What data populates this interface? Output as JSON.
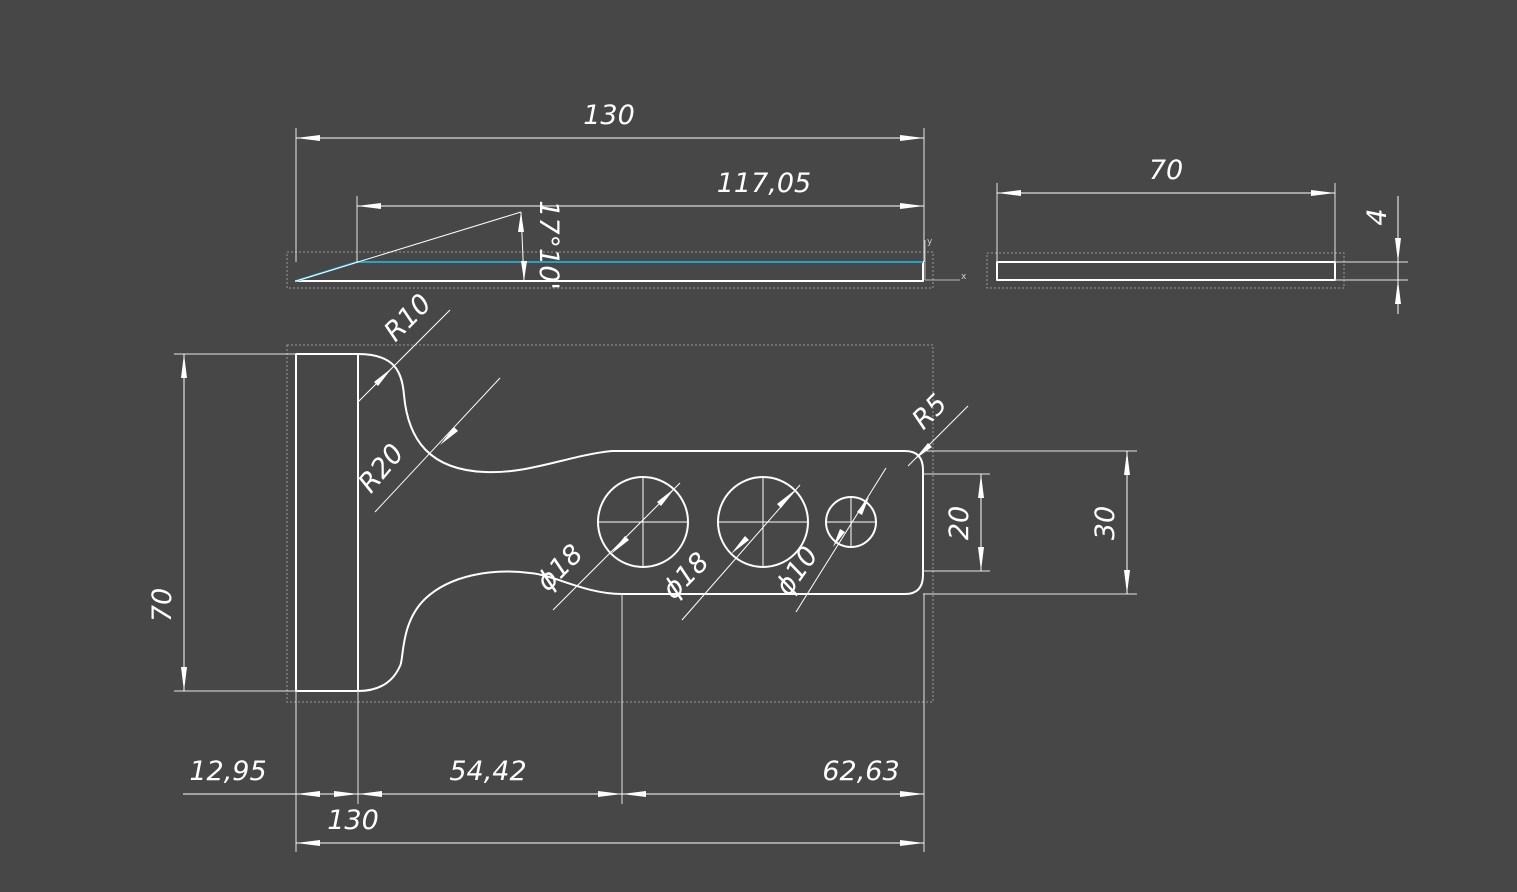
{
  "colors": {
    "background": "#474747",
    "geometry": "#ffffff",
    "bevel_line": "#22a3c8",
    "view_frame": "#9a9a9a"
  },
  "dimensions": {
    "top_total_length": "130",
    "top_bevel_length": "117,05",
    "top_bevel_angle": "17°10'",
    "side_width": "70",
    "side_thickness": "4",
    "radius_outer": "R10",
    "radius_inner": "R20",
    "radius_tip": "R5",
    "hole_1": "ϕ18",
    "hole_2": "ϕ18",
    "hole_3": "ϕ10",
    "tip_width_inner": "20",
    "tip_width": "30",
    "plan_height": "70",
    "bottom_offset": "12,95",
    "bottom_mid": "54,42",
    "bottom_right": "62,63",
    "bottom_total": "130"
  },
  "axes": {
    "x": "x",
    "y": "y"
  }
}
